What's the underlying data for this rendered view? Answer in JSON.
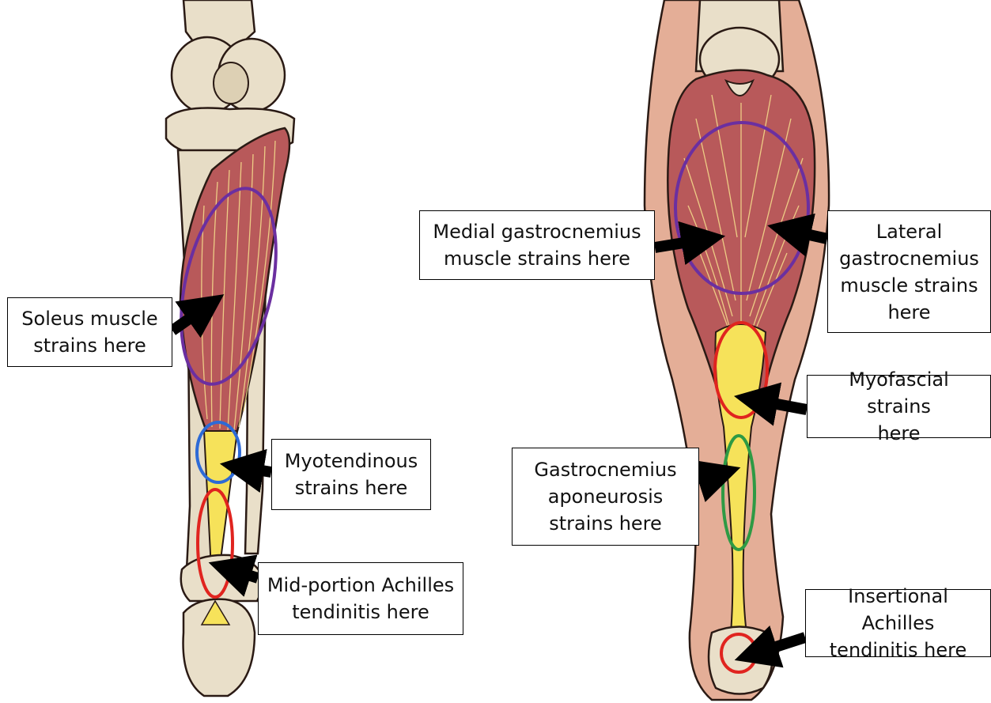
{
  "colors": {
    "bone": "#e9dfc9",
    "bone_shadow": "#cfc2a4",
    "muscle": "#b8595a",
    "muscle_dark": "#8e3c3e",
    "fiber": "#f3d98a",
    "tendon": "#f6e25a",
    "skin": "#e4ae97",
    "outline": "#2a1a14",
    "ring_purple": "#6b2fa0",
    "ring_blue": "#2d6ad6",
    "ring_red": "#e0241f",
    "ring_green": "#2e9a44",
    "arrow": "#000000"
  },
  "labels": {
    "soleus": {
      "line1": "Soleus muscle",
      "line2": "strains here"
    },
    "myotendinous": {
      "line1": "Myotendinous",
      "line2": "strains here"
    },
    "mid_portion": {
      "line1": "Mid-portion Achilles",
      "line2": "tendinitis  here"
    },
    "medial_gastrocnemius": {
      "line1": "Medial gastrocnemius",
      "line2": "muscle strains here"
    },
    "lateral_gastrocnemius": {
      "line1": "Lateral",
      "line2": "gastrocnemius",
      "line3": "muscle strains",
      "line4": "here"
    },
    "myofascial": {
      "line1": "Myofascial strains",
      "line2": "here"
    },
    "aponeurosis": {
      "line1": "Gastrocnemius",
      "line2": "aponeurosis",
      "line3": "strains here"
    },
    "insertional": {
      "line1": "Insertional Achilles",
      "line2": "tendinitis here"
    }
  }
}
